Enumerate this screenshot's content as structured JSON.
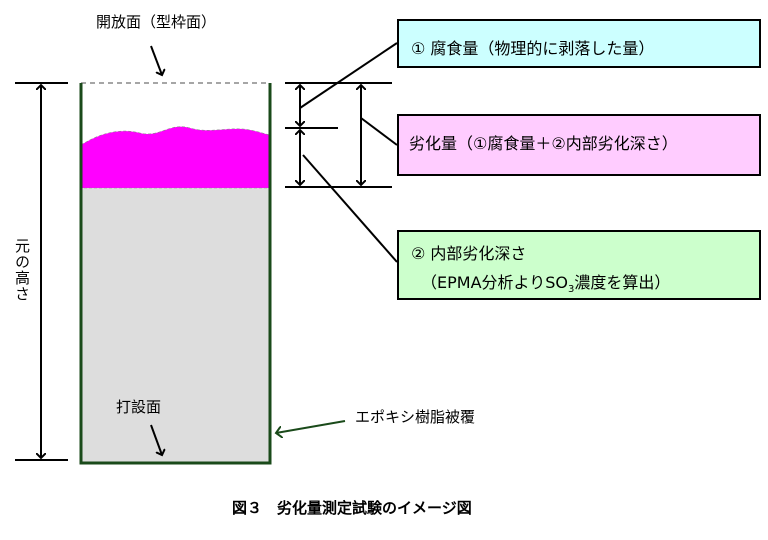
{
  "labels": {
    "open_surface": "開放面（型枠面）",
    "cast_surface": "打設面",
    "original_height": "元の高さ",
    "epoxy_coating": "エポキシ樹脂被覆"
  },
  "boxes": {
    "corrosion": {
      "text": "①  腐食量（物理的に剥落した量）",
      "color": "#ccffff"
    },
    "deterioration": {
      "text": "劣化量（①腐食量＋②内部劣化深さ）",
      "color": "#ffccff"
    },
    "internal": {
      "line1": "②  内部劣化深さ",
      "line2_pre": "（EPMA分析よりSO",
      "line2_sub": "3",
      "line2_post": "濃度を算出）",
      "color": "#ccffcc"
    }
  },
  "colors": {
    "corroded_layer": "#ff00ff",
    "concrete": "#dddddd",
    "coating": "#1a4a1a"
  },
  "caption": "図３　劣化量測定試験のイメージ図"
}
